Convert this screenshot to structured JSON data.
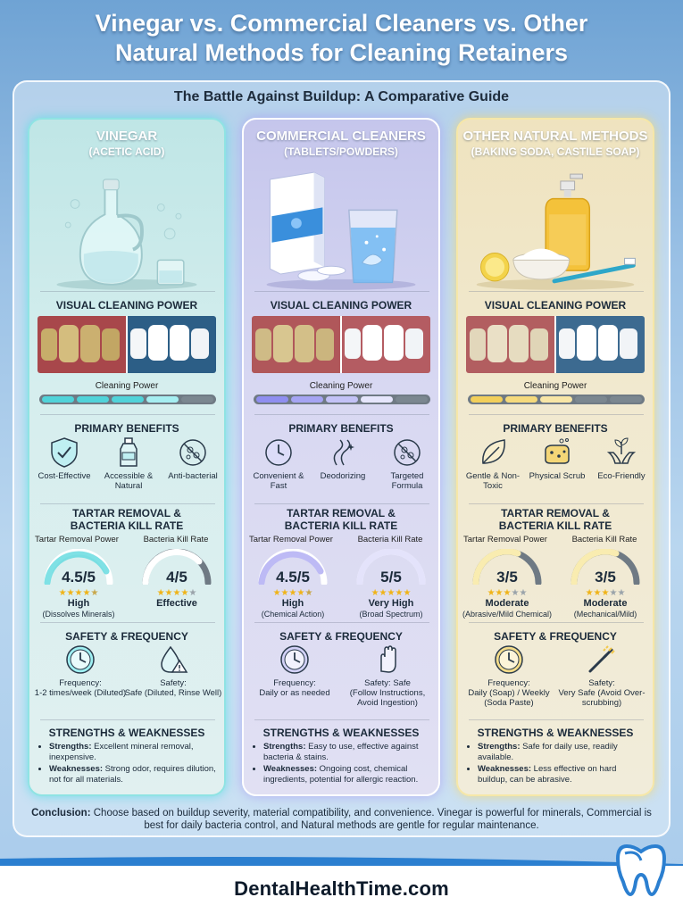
{
  "title_line1": "Vinegar vs. Commercial Cleaners vs. Other",
  "title_line2": "Natural Methods for Cleaning Retainers",
  "subtitle": "The Battle Against Buildup: A Comparative Guide",
  "section_labels": {
    "visual": "VISUAL CLEANING POWER",
    "cleaning_power": "Cleaning Power",
    "benefits": "PRIMARY BENEFITS",
    "tartar_line1": "TARTAR REMOVAL &",
    "tartar_line2": "BACTERIA KILL RATE",
    "tartar_power": "Tartar Removal Power",
    "kill_rate": "Bacteria Kill Rate",
    "safety": "SAFETY & FREQUENCY",
    "strengths": "STRENGTHS & WEAKNESSES",
    "strengths_label": "Strengths:",
    "weaknesses_label": "Weaknesses:"
  },
  "columns": [
    {
      "key": "vinegar",
      "title": "VINEGAR",
      "subtitle": "(ACETIC ACID)",
      "accent": "#4fd3d9",
      "cleaning_power_level": 0.8,
      "benefits": [
        "Cost-Effective",
        "Accessible & Natural",
        "Anti-bacterial"
      ],
      "tartar": {
        "score": "4.5/5",
        "stars": 4.5,
        "rating": "High",
        "note": "(Dissolves Minerals)"
      },
      "kill": {
        "score": "4/5",
        "stars": 4,
        "rating": "Effective",
        "note": ""
      },
      "frequency": {
        "label": "Frequency:",
        "value": "1-2 times/week (Diluted)"
      },
      "safety": {
        "label": "Safety:",
        "value": "Safe (Diluted, Rinse Well)"
      },
      "strengths": "Excellent mineral removal, inexpensive.",
      "weaknesses": "Strong odor, requires dilution, not for all materials."
    },
    {
      "key": "commercial",
      "title": "COMMERCIAL CLEANERS",
      "subtitle": "(TABLETS/POWDERS)",
      "accent": "#8f8ef0",
      "cleaning_power_level": 0.8,
      "benefits": [
        "Convenient & Fast",
        "Deodorizing",
        "Targeted Formula"
      ],
      "tartar": {
        "score": "4.5/5",
        "stars": 4.5,
        "rating": "High",
        "note": "(Chemical Action)"
      },
      "kill": {
        "score": "5/5",
        "stars": 5,
        "rating": "Very High",
        "note": "(Broad Spectrum)"
      },
      "frequency": {
        "label": "Frequency:",
        "value": "Daily or as needed"
      },
      "safety": {
        "label": "Safety: Safe",
        "value": "(Follow Instructions, Avoid Ingestion)"
      },
      "strengths": "Easy to use, effective against bacteria & stains.",
      "weaknesses": "Ongoing cost, chemical ingredients, potential for allergic reaction."
    },
    {
      "key": "natural",
      "title": "OTHER NATURAL METHODS",
      "subtitle": "(BAKING SODA, CASTILE SOAP)",
      "accent": "#f2cf5a",
      "cleaning_power_level": 0.6,
      "benefits": [
        "Gentle & Non-Toxic",
        "Physical Scrub",
        "Eco-Friendly"
      ],
      "tartar": {
        "score": "3/5",
        "stars": 3,
        "rating": "Moderate",
        "note": "(Abrasive/Mild Chemical)"
      },
      "kill": {
        "score": "3/5",
        "stars": 3,
        "rating": "Moderate",
        "note": "(Mechanical/Mild)"
      },
      "frequency": {
        "label": "Frequency:",
        "value": "Daily (Soap) / Weekly (Soda Paste)"
      },
      "safety": {
        "label": "Safety:",
        "value": "Very Safe (Avoid Over-scrubbing)"
      },
      "strengths": "Safe for daily use, readily available.",
      "weaknesses": "Less effective on hard buildup, can be abrasive."
    }
  ],
  "conclusion_label": "Conclusion:",
  "conclusion_text": "Choose based on buildup severity, material compatibility, and convenience. Vinegar is powerful for minerals, Commercial is best for daily bacteria control, and Natural methods are gentle for regular maintenance.",
  "footer": "DentalHealthTime.com",
  "icons": [
    "shield-check-icon",
    "bottle-icon",
    "no-germs-icon",
    "clock-icon",
    "water-drop-warning-icon",
    "swirl-icon",
    "sparkle-icon",
    "hand-icon",
    "leaf-icon",
    "sponge-icon",
    "hands-plant-icon",
    "toothbrush-icon",
    "tooth-logo-icon"
  ]
}
